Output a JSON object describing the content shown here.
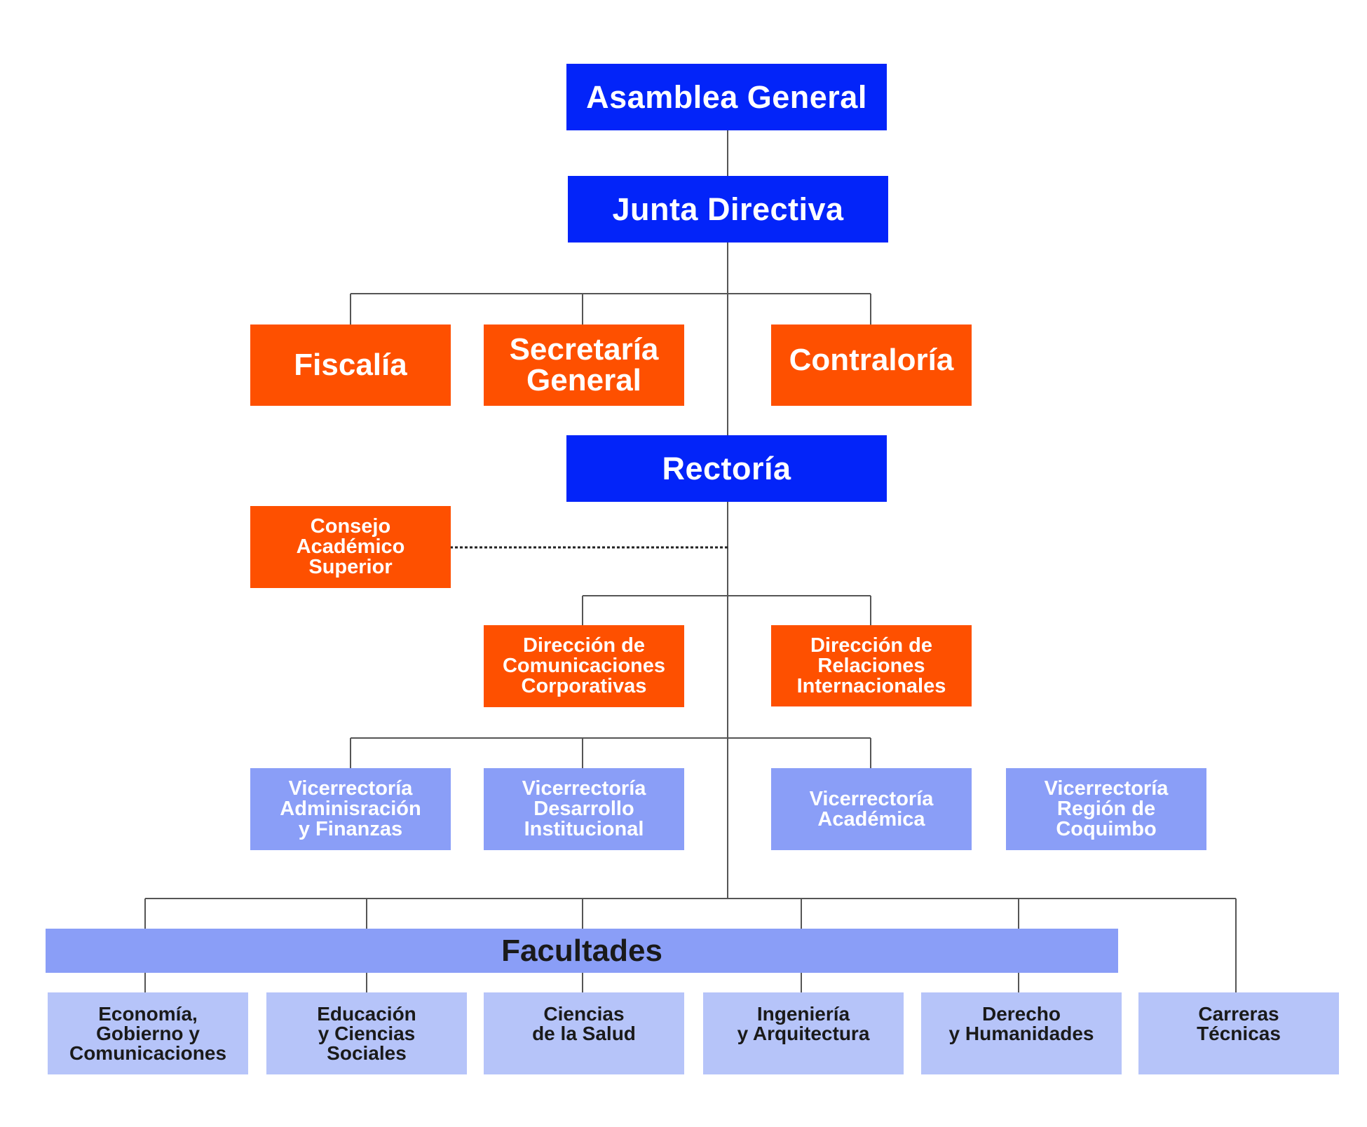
{
  "top": {
    "asamblea": "Asamblea General",
    "junta": "Junta Directiva",
    "rectoria": "Rectoría"
  },
  "staff": {
    "fiscalia": "Fiscalía",
    "secretaria": "Secretaría\nGeneral",
    "contraloria": "Contraloría",
    "consejo": "Consejo\nAcadémico\nSuperior"
  },
  "direcciones": {
    "comunicaciones": "Dirección de\nComunicaciones\nCorporativas",
    "relaciones": "Dirección de\nRelaciones\nInternacionales"
  },
  "vicerrectorias": {
    "administracion": "Vicerrectoría\nAdminisración\ny Finanzas",
    "desarrollo": "Vicerrectoría\nDesarrollo\nInstitucional",
    "academica": "Vicerrectoría\nAcadémica",
    "coquimbo": "Vicerrectoría\nRegión de\nCoquimbo"
  },
  "facultades": {
    "label": "Facultades",
    "economia": "Economía,\nGobierno y\nComunicaciones",
    "educacion": "Educación\ny Ciencias\nSociales",
    "salud": "Ciencias\nde la Salud",
    "ingenieria": "Ingeniería\ny Arquitectura",
    "derecho": "Derecho\ny Humanidades",
    "tecnicas": "Carreras\nTécnicas"
  },
  "colors": {
    "blue": "#0324f9",
    "orange": "#fe5000",
    "periwinkle": "#8a9ef7",
    "light_periwinkle": "#b6c4f9",
    "line": "#555555"
  }
}
